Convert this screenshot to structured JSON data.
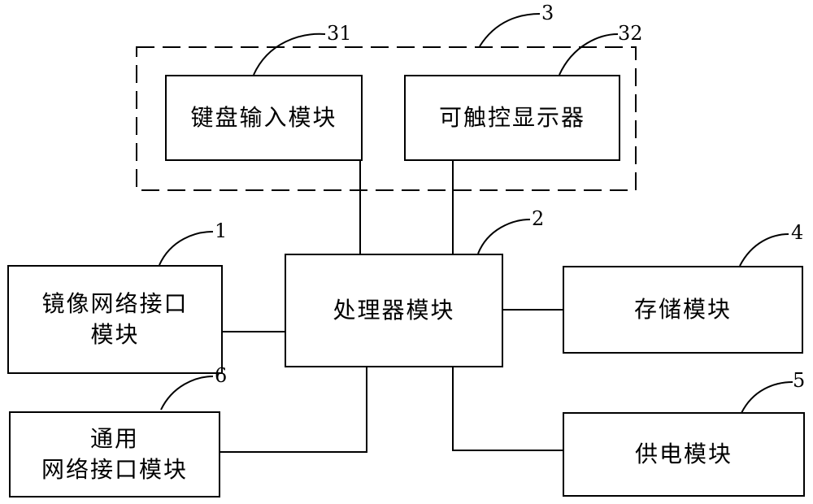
{
  "modules": {
    "keyboard": {
      "label": "键盘输入模块",
      "ref": "31"
    },
    "touch_display": {
      "label": "可触控显示器",
      "ref": "32"
    },
    "processor": {
      "label": "处理器模块",
      "ref": "2"
    },
    "mirror_interface": {
      "label_line1": "镜像网络接口",
      "label_line2": "模块",
      "ref": "1"
    },
    "storage": {
      "label": "存储模块",
      "ref": "4"
    },
    "general_interface": {
      "label_line1": "通用",
      "label_line2": "网络接口模块",
      "ref": "6"
    },
    "power": {
      "label": "供电模块",
      "ref": "5"
    }
  },
  "input_group": {
    "ref": "3"
  }
}
